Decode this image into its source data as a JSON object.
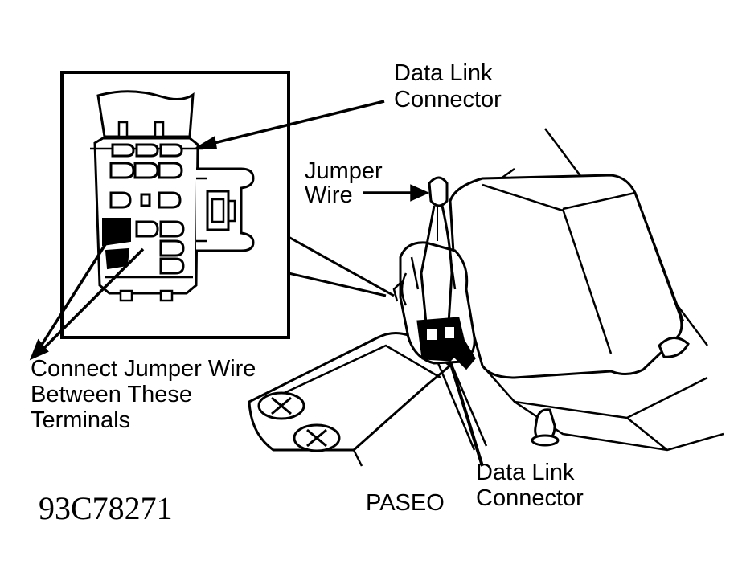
{
  "labels": {
    "dlc_top_line1": "Data Link",
    "dlc_top_line2": "Connector",
    "jumper_line1": "Jumper",
    "jumper_line2": "Wire",
    "connect_line1": "Connect Jumper Wire",
    "connect_line2": "Between These",
    "connect_line3": "Terminals",
    "model": "PASEO",
    "dlc_bottom_line1": "Data Link",
    "dlc_bottom_line2": "Connector",
    "figure_code": "93C78271"
  },
  "colors": {
    "ink": "#000000",
    "paper": "#ffffff"
  }
}
